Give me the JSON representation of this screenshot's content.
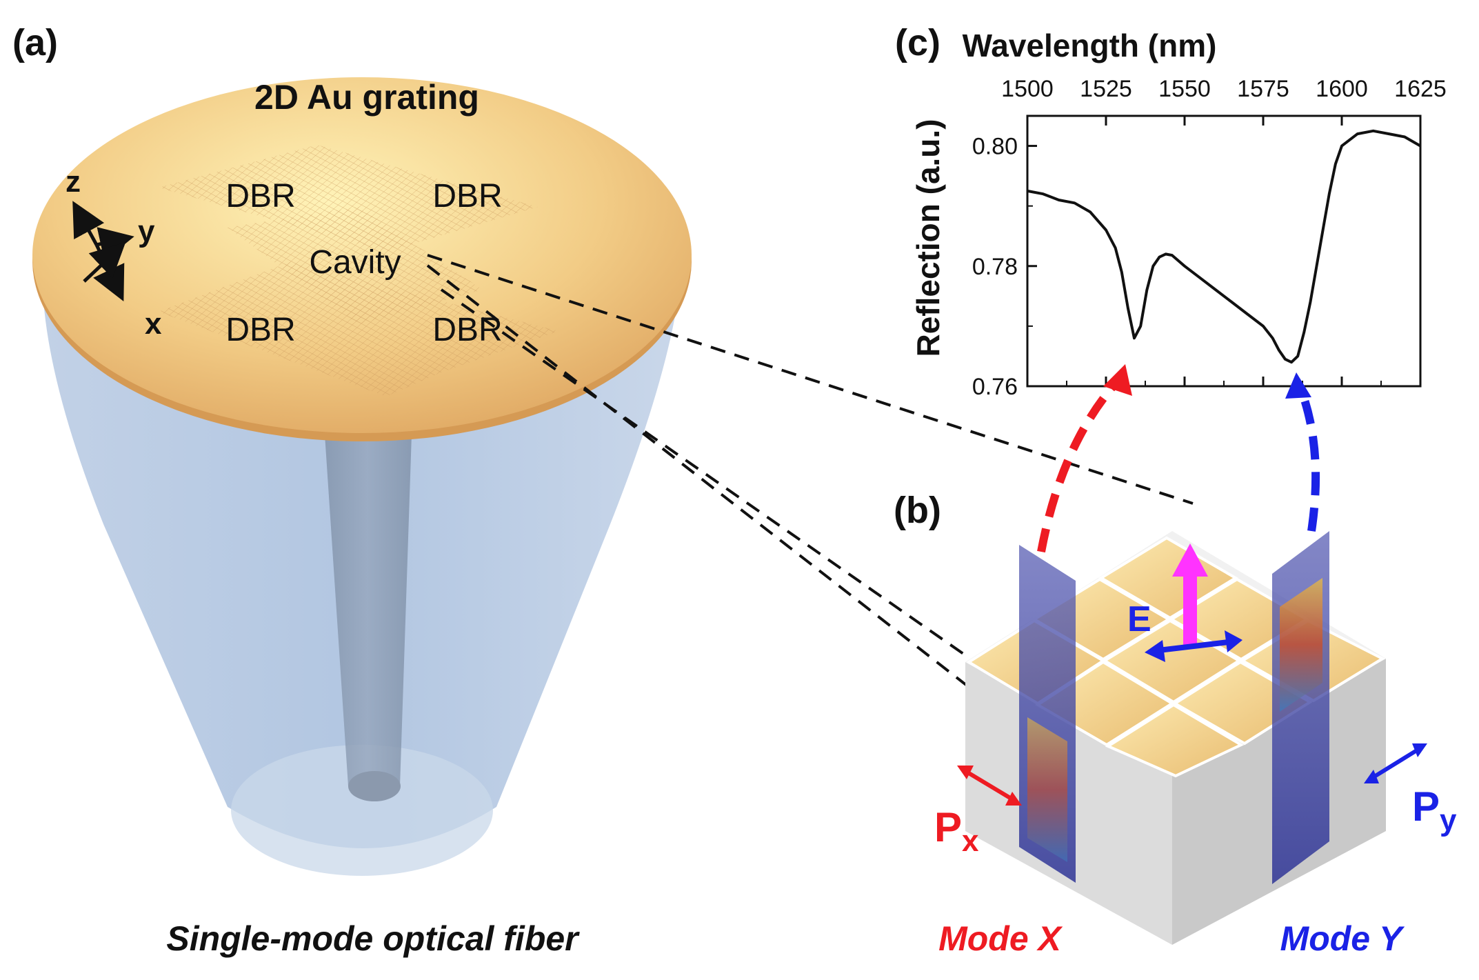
{
  "panel_a": {
    "label": "(a)",
    "title": "2D Au grating",
    "dbr_label": "DBR",
    "cavity_label": "Cavity",
    "axes": {
      "z": "z",
      "y": "y",
      "x": "x"
    },
    "caption": "Single-mode optical fiber"
  },
  "panel_b": {
    "label": "(b)",
    "field_label": "E",
    "px_main": "P",
    "px_sub": "x",
    "py_main": "P",
    "py_sub": "y",
    "mode_x": "Mode X",
    "mode_y": "Mode Y"
  },
  "panel_c": {
    "label": "(c)"
  },
  "colors": {
    "gold_light": "#fbeaa6",
    "gold_dark": "#e0a761",
    "fiber_blue": "#9fb8da",
    "red": "#ee1b22",
    "blue": "#1a22e6",
    "magenta": "#ff33ff"
  },
  "chart_data": {
    "type": "line",
    "title": "",
    "xlabel": "Wavelength (nm)",
    "ylabel": "Reflection (a.u.)",
    "xlim": [
      1500,
      1625
    ],
    "ylim": [
      0.76,
      0.805
    ],
    "x_ticks": [
      1500,
      1525,
      1550,
      1575,
      1600,
      1625
    ],
    "x_tick_labels": [
      "1500",
      "1525",
      "1550",
      "1575",
      "1600",
      "1625"
    ],
    "y_ticks": [
      0.76,
      0.78,
      0.8
    ],
    "y_tick_labels": [
      "0.76",
      "0.78",
      "0.80"
    ],
    "grid": false,
    "series": [
      {
        "name": "",
        "x": [
          1500,
          1505,
          1510,
          1515,
          1520,
          1525,
          1528,
          1530,
          1532,
          1534,
          1536,
          1538,
          1540,
          1542,
          1544,
          1546,
          1550,
          1555,
          1560,
          1565,
          1570,
          1575,
          1578,
          1580,
          1582,
          1584,
          1586,
          1588,
          1590,
          1592,
          1594,
          1596,
          1598,
          1600,
          1605,
          1610,
          1615,
          1620,
          1625
        ],
        "y": [
          0.7925,
          0.792,
          0.791,
          0.7905,
          0.789,
          0.786,
          0.783,
          0.779,
          0.773,
          0.768,
          0.77,
          0.776,
          0.78,
          0.7815,
          0.782,
          0.7818,
          0.78,
          0.778,
          0.776,
          0.774,
          0.772,
          0.77,
          0.768,
          0.766,
          0.7645,
          0.764,
          0.765,
          0.769,
          0.774,
          0.78,
          0.786,
          0.792,
          0.797,
          0.8,
          0.802,
          0.8025,
          0.802,
          0.8015,
          0.8
        ]
      }
    ]
  }
}
